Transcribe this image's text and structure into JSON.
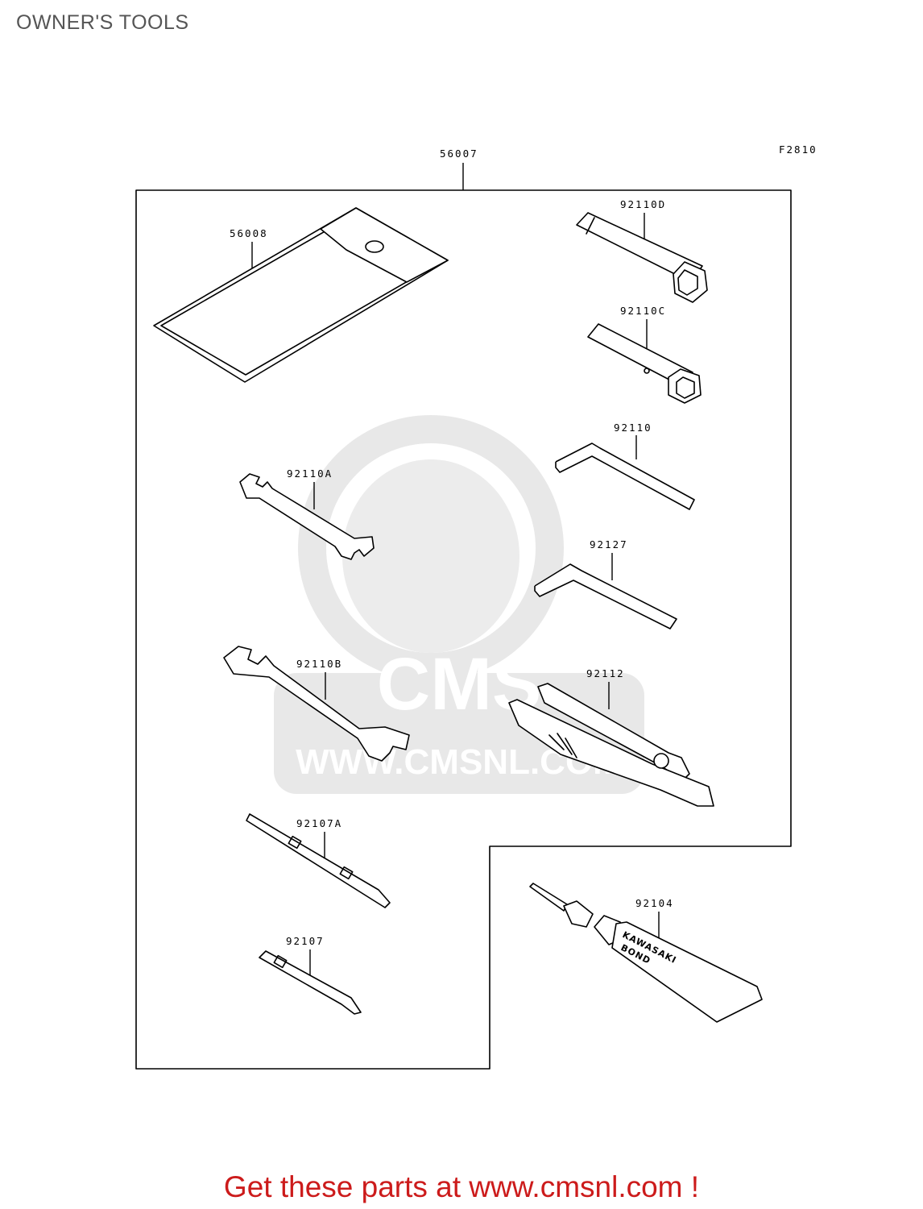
{
  "page": {
    "title": "OWNER'S TOOLS"
  },
  "diagram": {
    "figure_code": "F2810",
    "assembly_part": "56007",
    "parts": [
      {
        "number": "56008",
        "name": "tool-bag"
      },
      {
        "number": "92110D",
        "name": "box-wrench"
      },
      {
        "number": "92110C",
        "name": "box-wrench"
      },
      {
        "number": "92110",
        "name": "hex-wrench"
      },
      {
        "number": "92110A",
        "name": "open-wrench"
      },
      {
        "number": "92127",
        "name": "hex-wrench"
      },
      {
        "number": "92110B",
        "name": "open-wrench"
      },
      {
        "number": "92112",
        "name": "pliers"
      },
      {
        "number": "92107A",
        "name": "screwdriver"
      },
      {
        "number": "92104",
        "name": "bond-tube"
      },
      {
        "number": "92107",
        "name": "screwdriver"
      }
    ],
    "tube_print": {
      "line1": "KAWASAKI",
      "line2": "BOND"
    },
    "watermark": {
      "brand": "CMS",
      "url": "WWW.CMSNL.COM"
    }
  },
  "footer": {
    "text": "Get these parts at www.cmsnl.com !"
  },
  "colors": {
    "footer": "#cc1b1b",
    "title": "#555555",
    "watermark": "#e6e6e6"
  }
}
